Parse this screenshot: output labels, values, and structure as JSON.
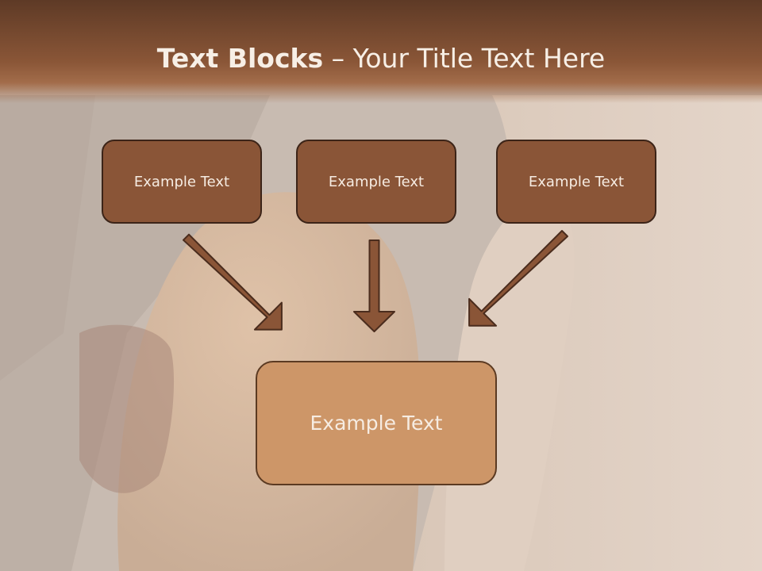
{
  "title": {
    "bold": "Text Blocks",
    "separator": " – ",
    "rest": "Your Title Text Here"
  },
  "boxes": [
    {
      "label": "Example Text"
    },
    {
      "label": "Example Text"
    },
    {
      "label": "Example Text"
    }
  ],
  "target_box": {
    "label": "Example Text"
  },
  "colors": {
    "title_band": "#8a5637",
    "box_fill": "#8a5537",
    "box_border": "#3c2418",
    "target_fill": "#cd9668",
    "arrow_fill": "#8a5537",
    "text": "#f6ece2"
  }
}
